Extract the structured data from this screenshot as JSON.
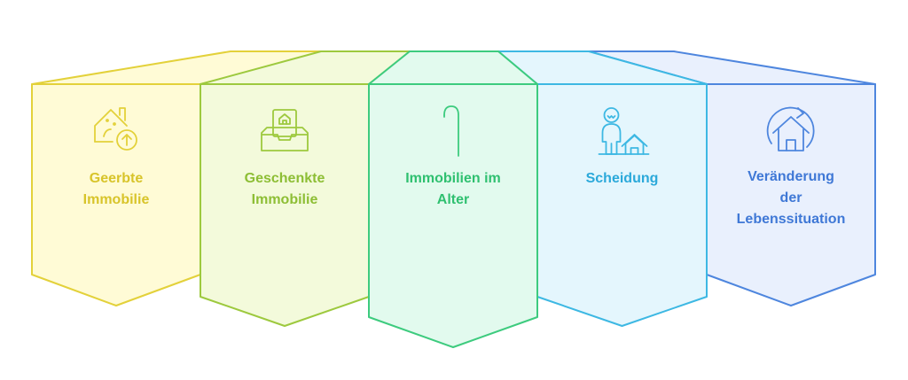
{
  "diagram": {
    "items": [
      {
        "label_lines": [
          "Geerbte",
          "Immobilie"
        ],
        "icon": "inherited-house-upload-icon",
        "stroke": "#E3D13A",
        "fill": "#FFFBD6",
        "text_color": "#D8C42A"
      },
      {
        "label_lines": [
          "Geschenkte",
          "Immobilie"
        ],
        "icon": "house-gift-box-icon",
        "stroke": "#9DC93E",
        "fill": "#F3FADB",
        "text_color": "#8DBE35"
      },
      {
        "label_lines": [
          "Immobilien im",
          "Alter"
        ],
        "icon": "walking-cane-icon",
        "stroke": "#3DCB7E",
        "fill": "#E2FAEE",
        "text_color": "#2FC070"
      },
      {
        "label_lines": [
          "Scheidung"
        ],
        "icon": "person-and-house-icon",
        "stroke": "#3DB8E3",
        "fill": "#E4F6FD",
        "text_color": "#2BA9DA"
      },
      {
        "label_lines": [
          "Veränderung",
          "der",
          "Lebenssituation"
        ],
        "icon": "house-cycle-icon",
        "stroke": "#4E86DE",
        "fill": "#E9F0FD",
        "text_color": "#3F78D6"
      }
    ]
  }
}
